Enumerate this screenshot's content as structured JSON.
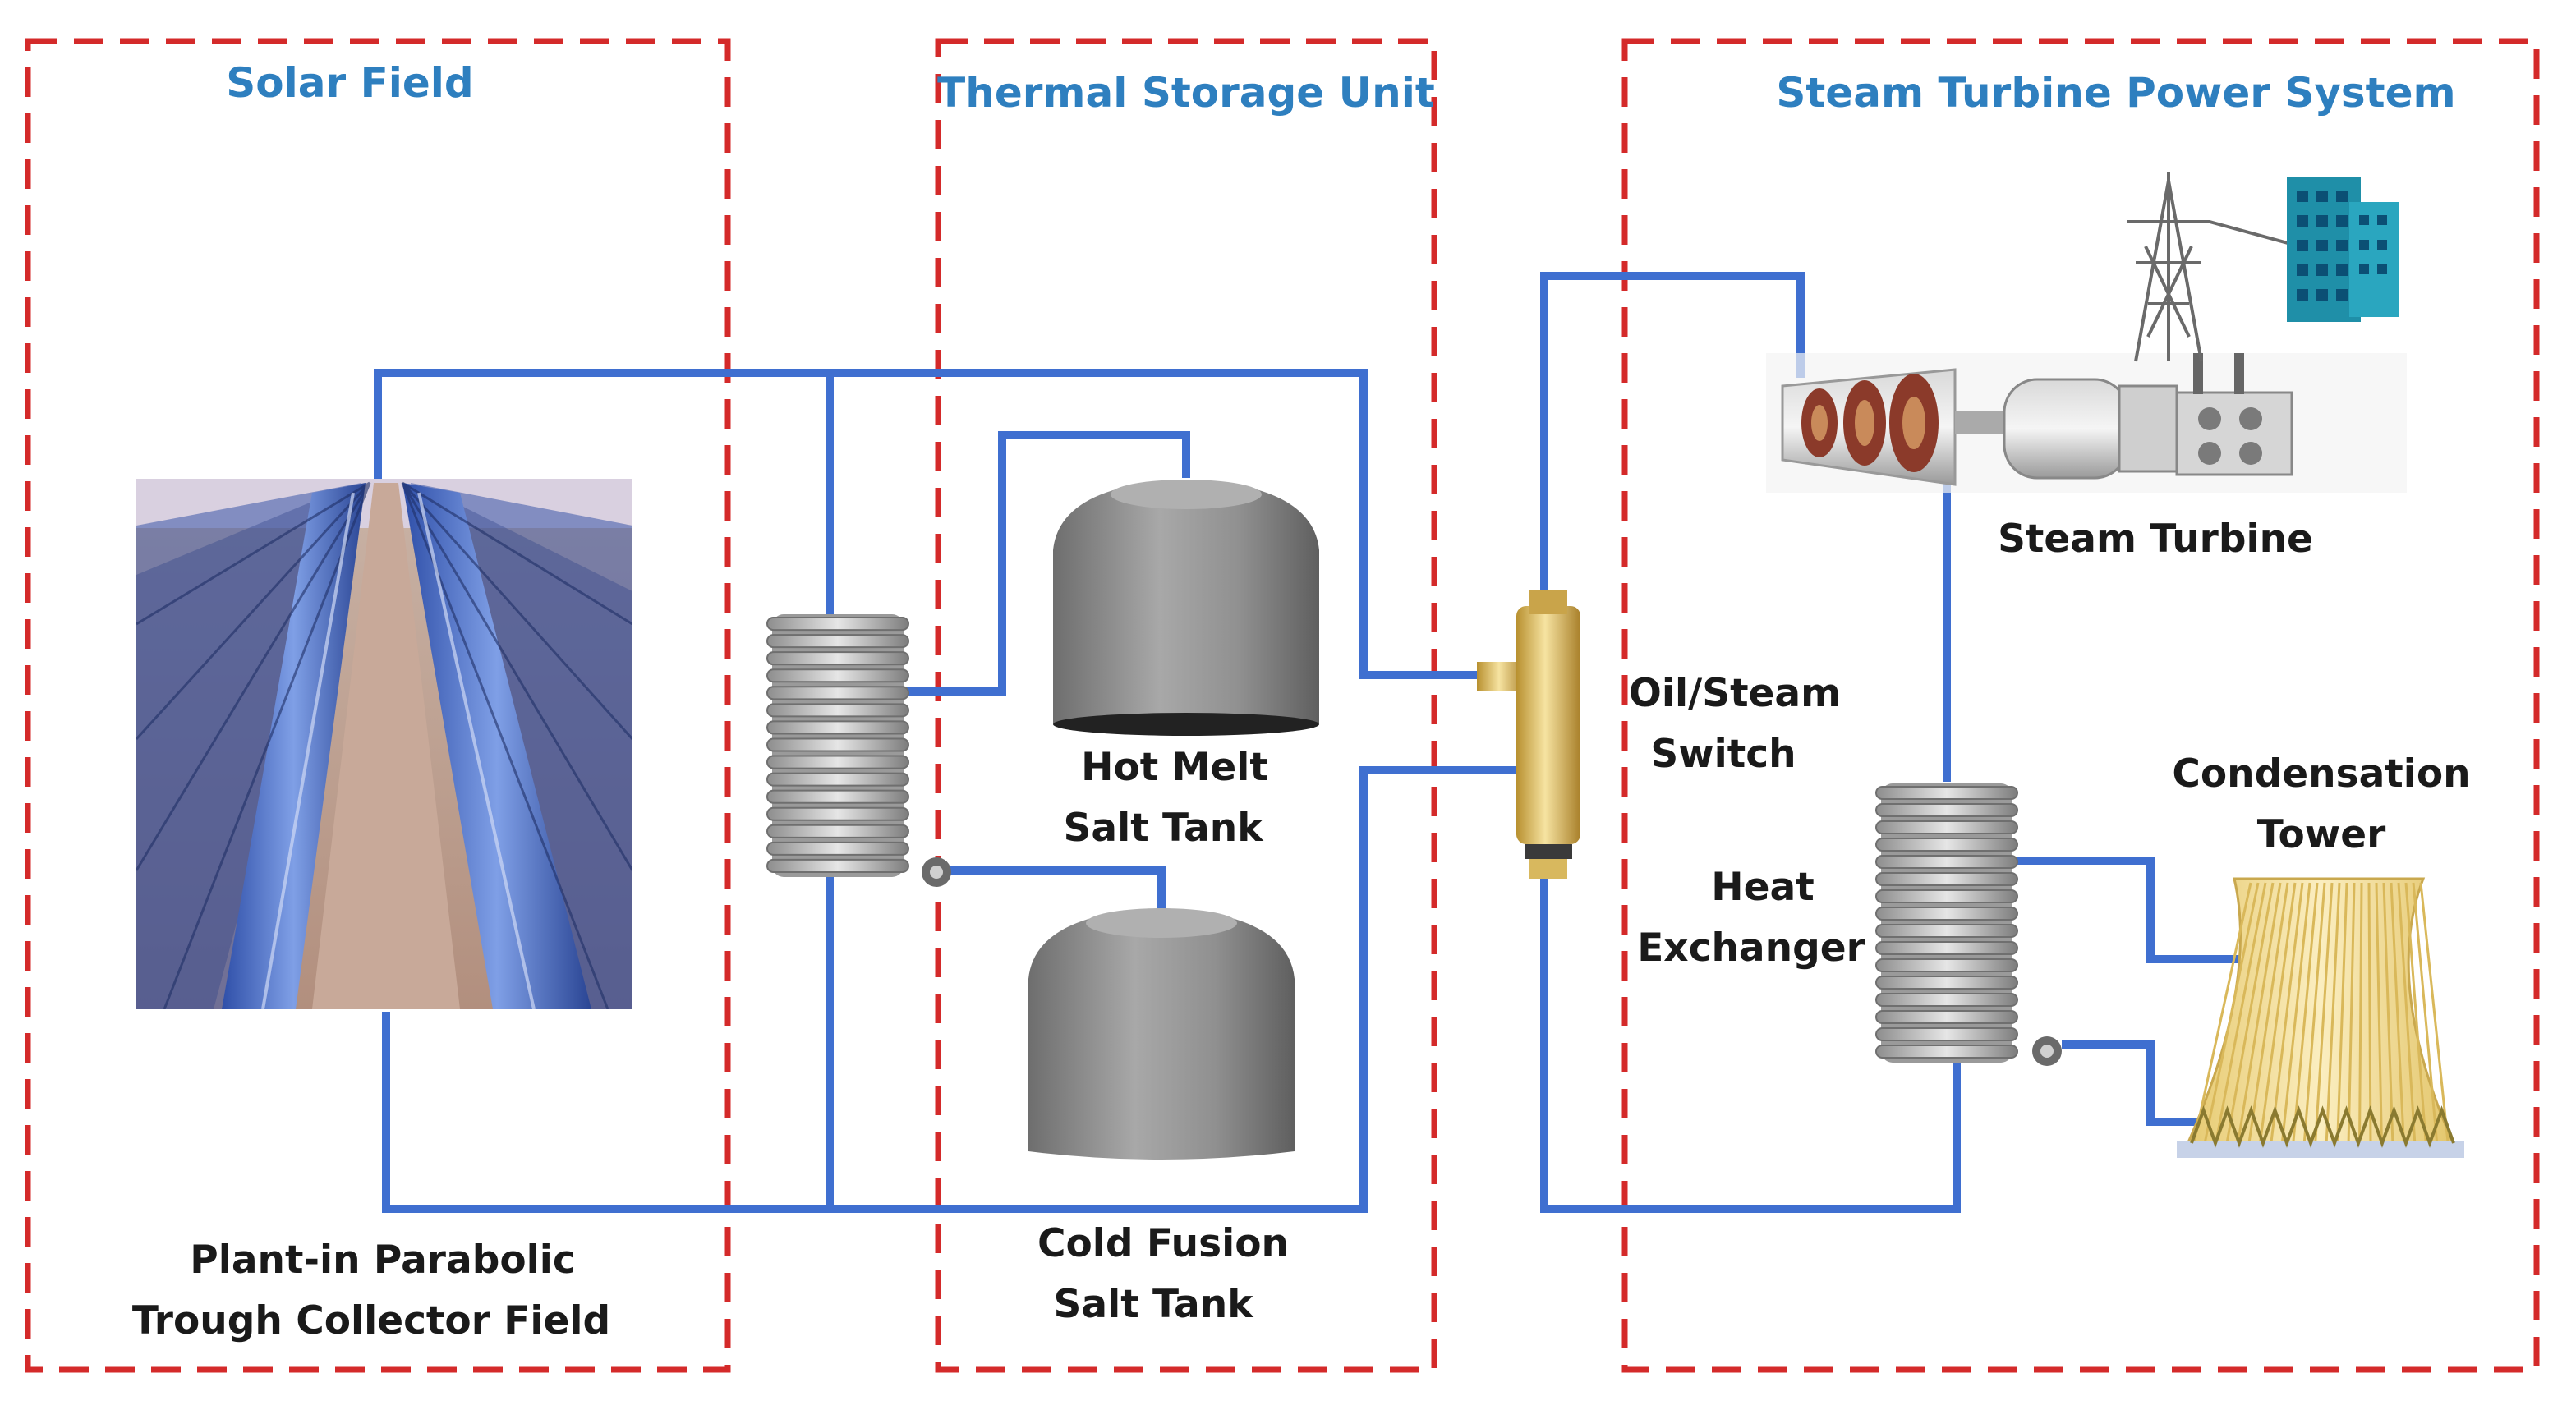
{
  "sections": {
    "solar_field": "Solar Field",
    "thermal_storage": "Thermal Storage Unit",
    "steam_power": "Steam Turbine Power System"
  },
  "labels": {
    "collector_line1": "Plant-in Parabolic",
    "collector_line2": "Trough Collector Field",
    "hot_tank_line1": "Hot Melt",
    "hot_tank_line2": "Salt Tank",
    "cold_tank_line1": "Cold Fusion",
    "cold_tank_line2": "Salt Tank",
    "switch_line1": "Oil/Steam",
    "switch_line2": "Switch",
    "heat_exchanger_line1": "Heat",
    "heat_exchanger_line2": "Exchanger",
    "steam_turbine": "Steam Turbine",
    "condensation_line1": "Condensation",
    "condensation_line2": "Tower"
  },
  "colors": {
    "section_border": "#d42a2a",
    "section_title": "#2e7fbf",
    "pipe": "#3f6fd0",
    "tank": "#8a8a8a",
    "tower": "#f2dc95"
  }
}
